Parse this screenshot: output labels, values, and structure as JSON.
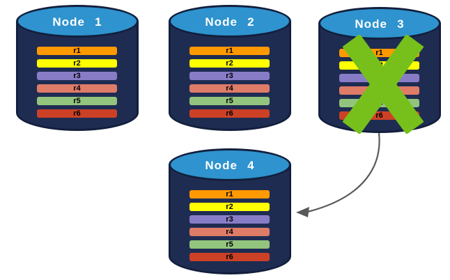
{
  "diagram": {
    "colors": {
      "background": "#ffffff",
      "cylinder_body": "#1f2c52",
      "cylinder_outline": "#121f3d",
      "cylinder_top": "#2e93ce",
      "node_title_text": "#ffffff",
      "row_label_text": "#000000",
      "failure_x": "#77c01c",
      "arrow": "#595959"
    },
    "nodes": [
      {
        "title": "Node 1",
        "failed": false,
        "rows": [
          {
            "label": "r1",
            "color": "#ff9900"
          },
          {
            "label": "r2",
            "color": "#ffff00"
          },
          {
            "label": "r3",
            "color": "#887cc7"
          },
          {
            "label": "r4",
            "color": "#df7c68"
          },
          {
            "label": "r5",
            "color": "#93c47d"
          },
          {
            "label": "r6",
            "color": "#cc4125"
          }
        ]
      },
      {
        "title": "Node 2",
        "failed": false,
        "rows": [
          {
            "label": "r1",
            "color": "#ff9900"
          },
          {
            "label": "r2",
            "color": "#ffff00"
          },
          {
            "label": "r3",
            "color": "#887cc7"
          },
          {
            "label": "r4",
            "color": "#df7c68"
          },
          {
            "label": "r5",
            "color": "#93c47d"
          },
          {
            "label": "r6",
            "color": "#cc4125"
          }
        ]
      },
      {
        "title": "Node 3",
        "failed": true,
        "rows": [
          {
            "label": "r1",
            "color": "#ff9900"
          },
          {
            "label": "r2",
            "color": "#ffff00"
          },
          {
            "label": "r3",
            "color": "#887cc7"
          },
          {
            "label": "r4",
            "color": "#df7c68"
          },
          {
            "label": "r5",
            "color": "#93c47d"
          },
          {
            "label": "r6",
            "color": "#cc4125"
          }
        ]
      },
      {
        "title": "Node 4",
        "failed": false,
        "rows": [
          {
            "label": "r1",
            "color": "#ff9900"
          },
          {
            "label": "r2",
            "color": "#ffff00"
          },
          {
            "label": "r3",
            "color": "#887cc7"
          },
          {
            "label": "r4",
            "color": "#df7c68"
          },
          {
            "label": "r5",
            "color": "#93c47d"
          },
          {
            "label": "r6",
            "color": "#cc4125"
          }
        ]
      }
    ]
  }
}
